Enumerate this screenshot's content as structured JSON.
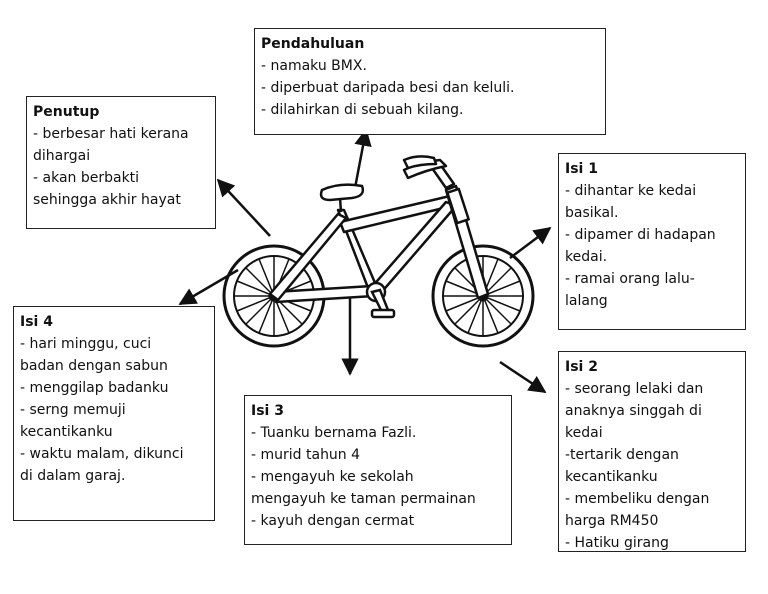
{
  "boxes": {
    "pendahuluan": {
      "title": "Pendahuluan",
      "lines": [
        "- namaku BMX.",
        "- diperbuat daripada besi dan keluli.",
        "- dilahirkan di sebuah kilang."
      ]
    },
    "penutup": {
      "title": "Penutup",
      "lines": [
        "- berbesar hati kerana",
        "dihargai",
        "- akan berbakti",
        "sehingga akhir hayat"
      ]
    },
    "isi1": {
      "title": "Isi 1",
      "lines": [
        "- dihantar ke kedai",
        "basikal.",
        "- dipamer di hadapan",
        "kedai.",
        "- ramai orang lalu-",
        "lalang"
      ]
    },
    "isi2": {
      "title": "Isi 2",
      "lines": [
        "- seorang lelaki dan",
        "anaknya singgah di",
        "kedai",
        "-tertarik dengan",
        "kecantikanku",
        "- membeliku dengan",
        "harga RM450",
        "- Hatiku girang"
      ]
    },
    "isi3": {
      "title": "Isi 3",
      "lines": [
        "- Tuanku bernama Fazli.",
        "- murid tahun 4",
        "- mengayuh ke sekolah",
        "mengayuh ke taman permainan",
        "- kayuh dengan cermat"
      ]
    },
    "isi4": {
      "title": "Isi 4",
      "lines": [
        "- hari minggu, cuci",
        "badan dengan sabun",
        "- menggilap badanku",
        "- serng memuji",
        "kecantikanku",
        "- waktu malam, dikunci",
        "di dalam garaj."
      ]
    }
  }
}
